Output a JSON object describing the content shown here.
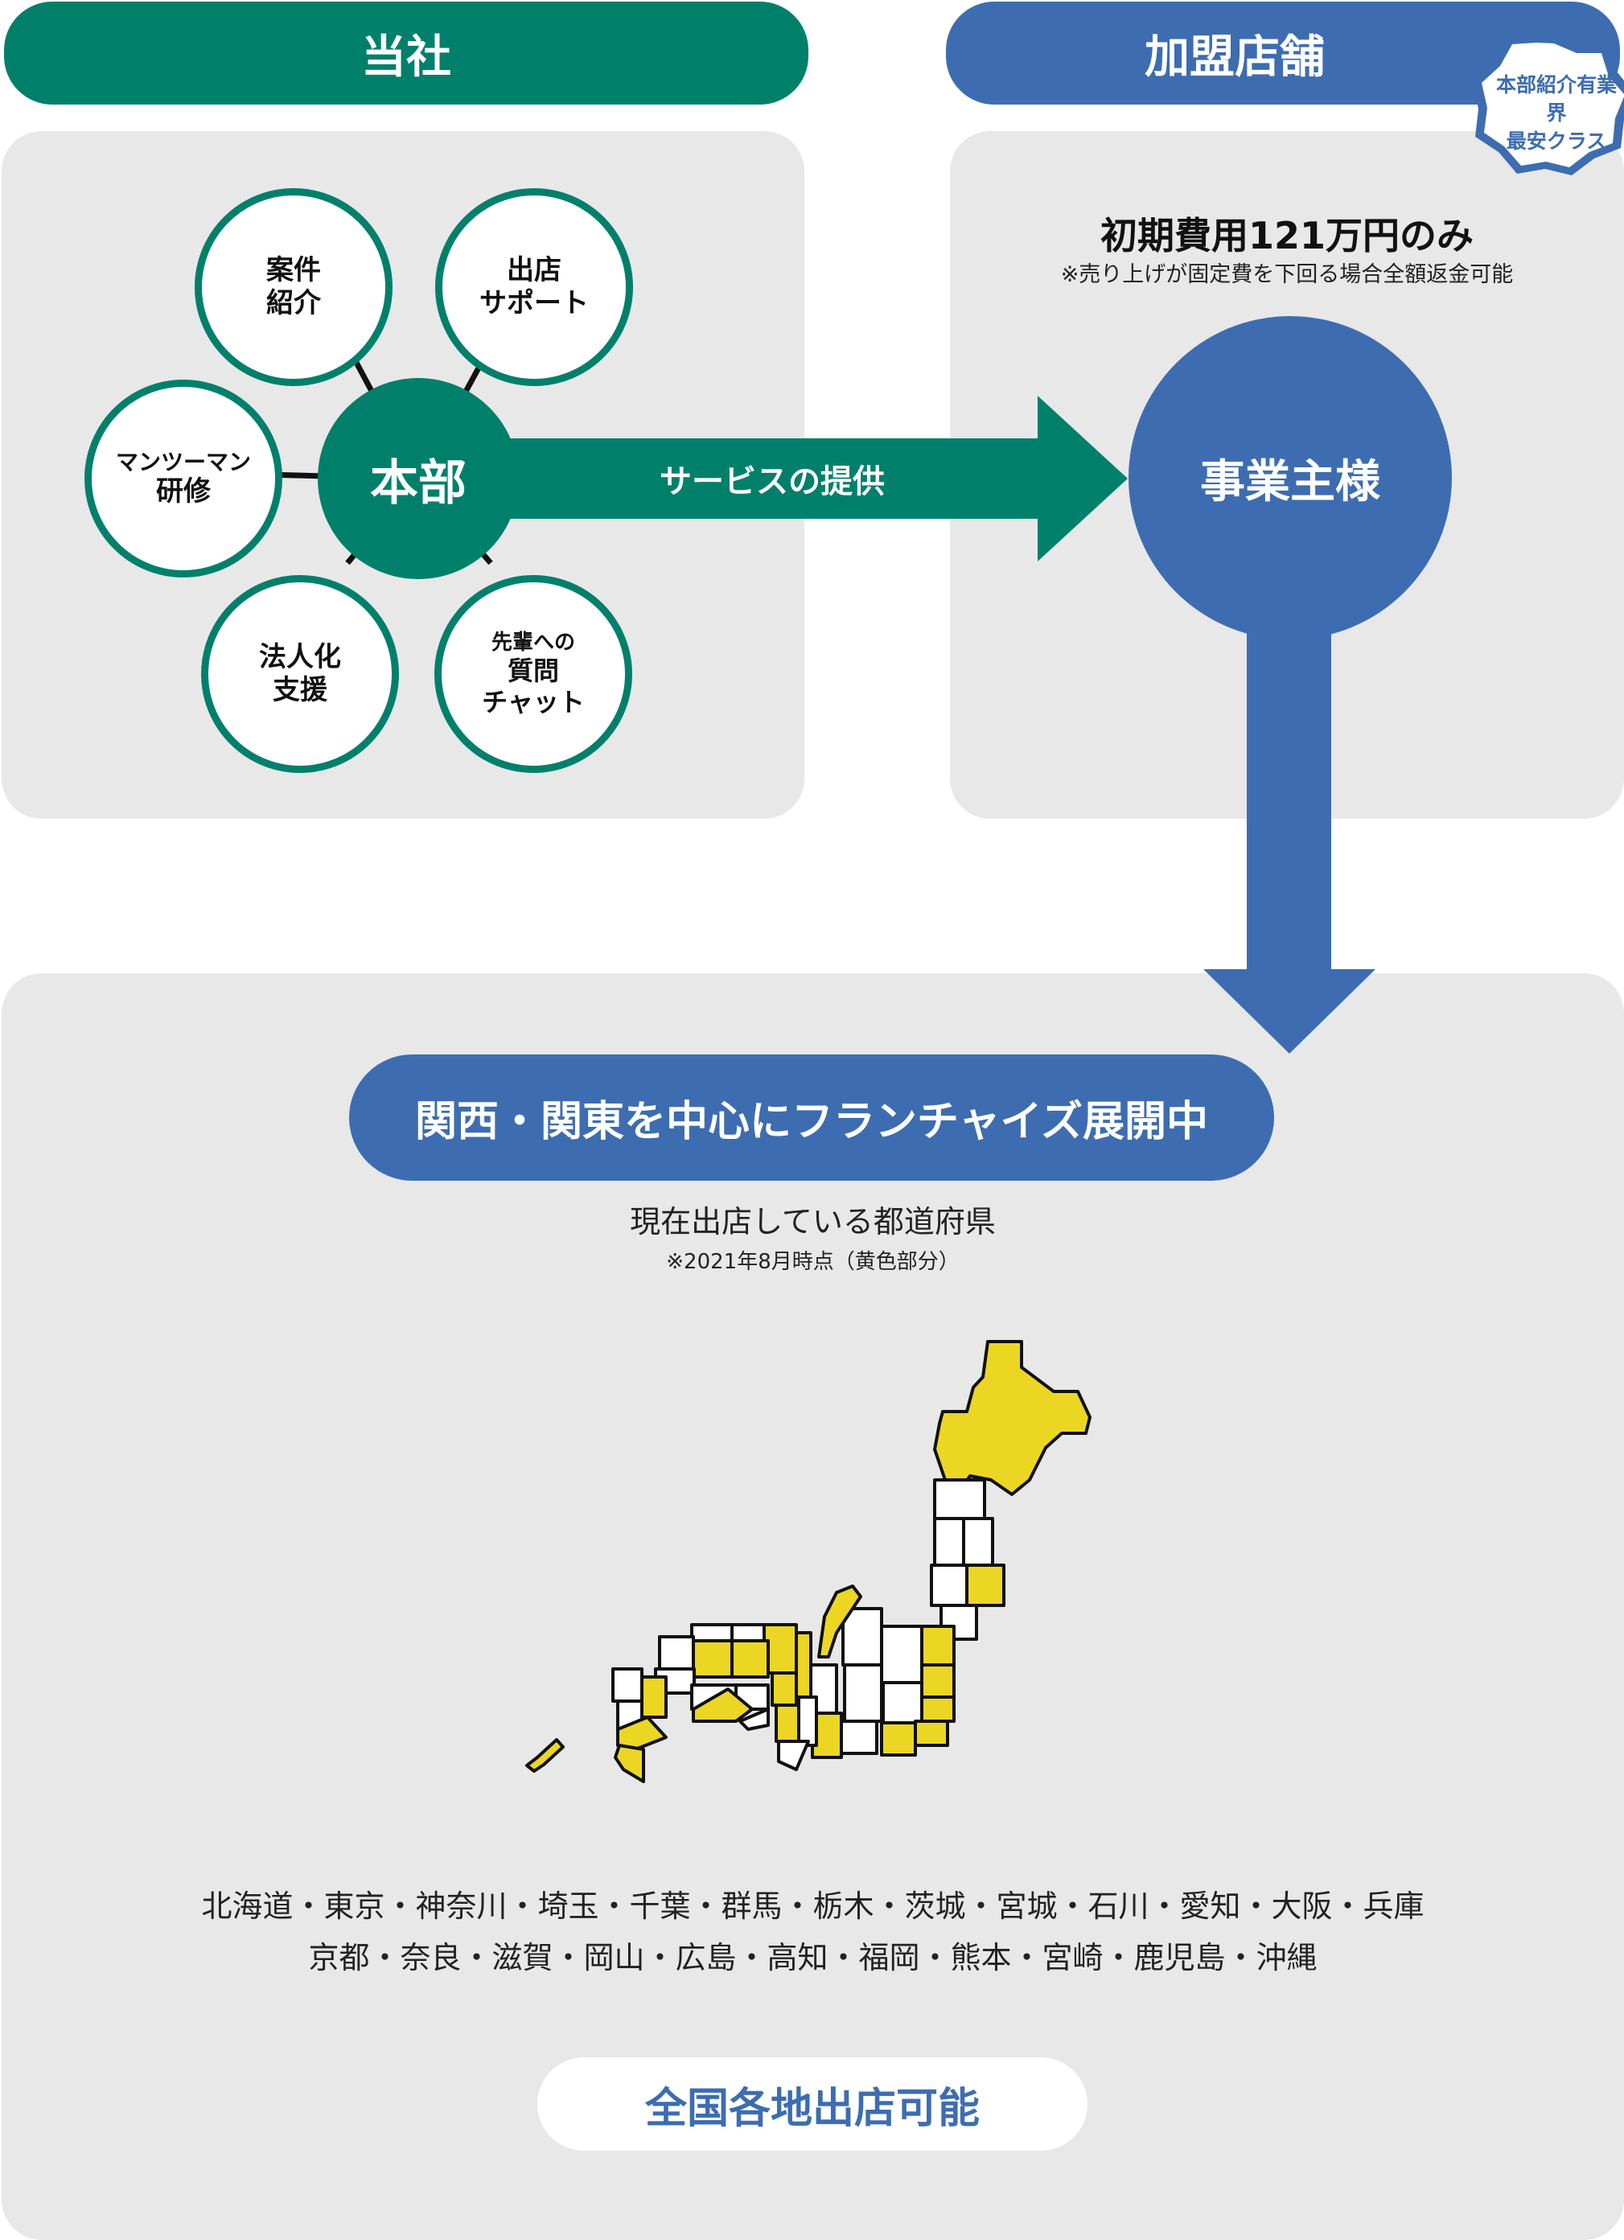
{
  "header": {
    "left": "当社",
    "right": "加盟店舗"
  },
  "badge": {
    "line1": "本部紹介有業界",
    "line2": "最安クラス"
  },
  "hq": {
    "center": "本部",
    "nodes": [
      {
        "line1": "案件",
        "line2": "紹介"
      },
      {
        "line1": "出店",
        "line2": "サポート"
      },
      {
        "line1": "マンツーマン",
        "line2": "研修"
      },
      {
        "line1": "法人化",
        "line2": "支援"
      },
      {
        "line1": "先輩への",
        "line2": "質問",
        "line3": "チャット"
      }
    ],
    "arrow_label": "サービスの提供"
  },
  "franchise": {
    "fee": "初期費用121万円のみ",
    "note": "※売り上げが固定費を下回る場合全額返金可能",
    "owner": "事業主様"
  },
  "expansion": {
    "banner": "関西・関東を中心にフランチャイズ展開中",
    "map_title": "現在出店している都道府県",
    "map_note": "※2021年8月時点（黄色部分）",
    "prefectures_line1": "北海道・東京・神奈川・埼玉・千葉・群馬・栃木・茨城・宮城・石川・愛知・大阪・兵庫",
    "prefectures_line2": "京都・奈良・滋賀・岡山・広島・高知・福岡・熊本・宮崎・鹿児島・沖縄",
    "nationwide": "全国各地出店可能"
  },
  "colors": {
    "green": "#00806b",
    "blue": "#3d6db0",
    "panel": "#e8e8e8",
    "yellow": "#ecd624"
  }
}
